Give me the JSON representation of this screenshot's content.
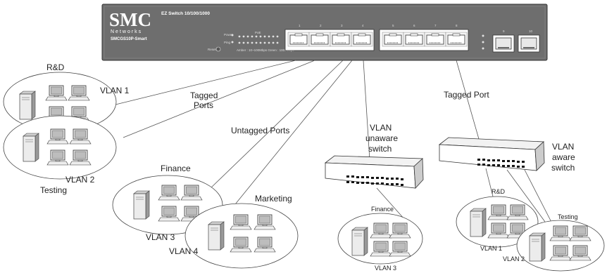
{
  "main_switch": {
    "brand": "SMC",
    "brand_sub": "Networks",
    "model": "SMCGS10P-Smart",
    "title": "EZ Switch 10/100/1000",
    "led_power": "Power",
    "led_ping": "Ping",
    "led_poe": "PoE",
    "reset": "Reset",
    "legend": "Amber : 10~100Mbps   Green : 1000Mbps",
    "port_numbers": [
      "1",
      "2",
      "3",
      "4",
      "5",
      "6",
      "7",
      "8"
    ],
    "sfp_numbers": [
      "9",
      "10"
    ]
  },
  "labels": {
    "tagged_ports": [
      "Tagged",
      "Ports"
    ],
    "untagged_ports": "Untagged Ports",
    "tagged_port": "Tagged Port",
    "vlan_unaware": [
      "VLAN",
      "unaware",
      "switch"
    ],
    "vlan_aware": [
      "VLAN",
      "aware",
      "switch"
    ]
  },
  "groups": {
    "rd": {
      "title": "R&D",
      "vlan": "VLAN 1"
    },
    "testing": {
      "title": "Testing",
      "vlan": "VLAN 2"
    },
    "finance": {
      "title": "Finance",
      "vlan": "VLAN 3"
    },
    "marketing": {
      "title": "Marketing",
      "vlan": "VLAN 4"
    },
    "finance2": {
      "title": "Finance",
      "vlan": "VLAN 3"
    },
    "rd2": {
      "title": "R&D",
      "vlan": "VLAN 1"
    },
    "testing2": {
      "title": "Testing",
      "vlan": "VLAN 2"
    }
  },
  "colors": {
    "chassis": "#6b6b6b",
    "port_block": "#ffffff",
    "line": "#555555"
  }
}
